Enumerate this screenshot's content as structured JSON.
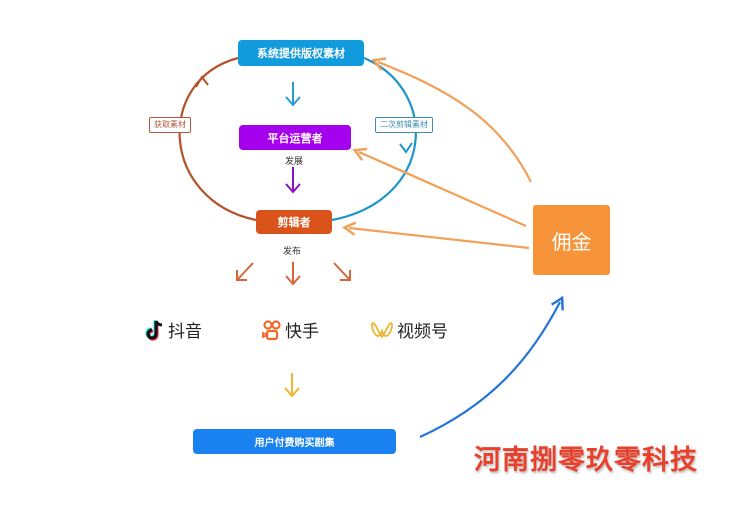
{
  "nodes": {
    "system": "系统提供版权素材",
    "platform_operator": "平台运营者",
    "editor": "剪辑者",
    "commission": "佣金",
    "user_purchase": "用户付费购买剧集"
  },
  "edge_labels": {
    "get_material": "获取素材",
    "secondary_edit_material": "二次剪辑素材",
    "develop": "发展",
    "publish": "发布"
  },
  "platforms": [
    {
      "name": "抖音",
      "icon": "douyin-icon"
    },
    {
      "name": "快手",
      "icon": "kuaishou-icon"
    },
    {
      "name": "视频号",
      "icon": "shipinhao-icon"
    }
  ],
  "watermark": "河南捌零玖零科技",
  "colors": {
    "system": "#129bdc",
    "platform_operator": "#a400ee",
    "editor": "#d9531b",
    "commission": "#f7943a",
    "user_purchase": "#1a82f0",
    "watermark": "#e9402b"
  }
}
